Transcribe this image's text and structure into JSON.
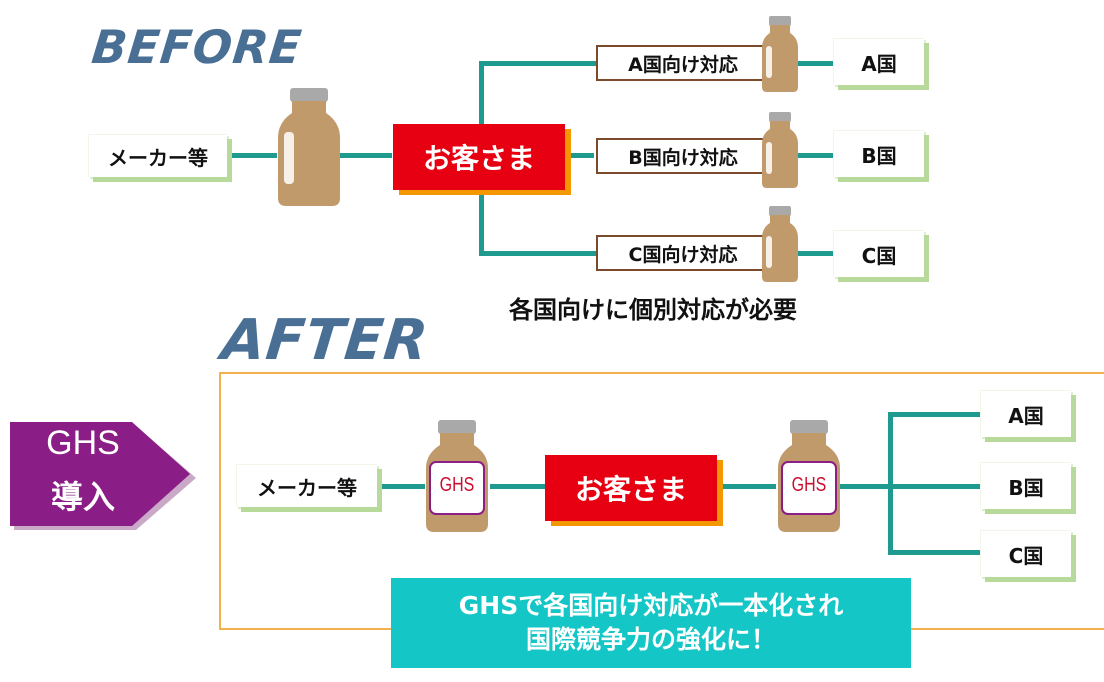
{
  "before": {
    "heading": "BEFORE",
    "maker_label": "メーカー等",
    "customer_label": "お客さま",
    "branches": [
      {
        "response": "A国向け対応",
        "country": "A国"
      },
      {
        "response": "B国向け対応",
        "country": "B国"
      },
      {
        "response": "C国向け対応",
        "country": "C国"
      }
    ],
    "note": "各国向けに個別対応が必要"
  },
  "after": {
    "heading": "AFTER",
    "arrow_label_line1": "GHS",
    "arrow_label_line2": "導入",
    "maker_label": "メーカー等",
    "customer_label": "お客さま",
    "bottle_label": "GHS",
    "countries": [
      "A国",
      "B国",
      "C国"
    ],
    "result_line1": "GHSで各国向け対応が一本化され",
    "result_line2": "国際競争力の強化に！"
  },
  "colors": {
    "connector": "#1f9a8f",
    "customer_box": "#e60012",
    "customer_shadow": "#f39800",
    "heading": "#4a6f94",
    "ghs_arrow": "#8a1d86",
    "result_box": "#15c6c6",
    "after_frame": "#f4b04a",
    "bottle_body": "#c19a6b",
    "bottle_cap": "#a9a9a9"
  },
  "icons": [
    "bottle-icon",
    "ghs-labeled-bottle-icon",
    "right-arrow-shape"
  ]
}
